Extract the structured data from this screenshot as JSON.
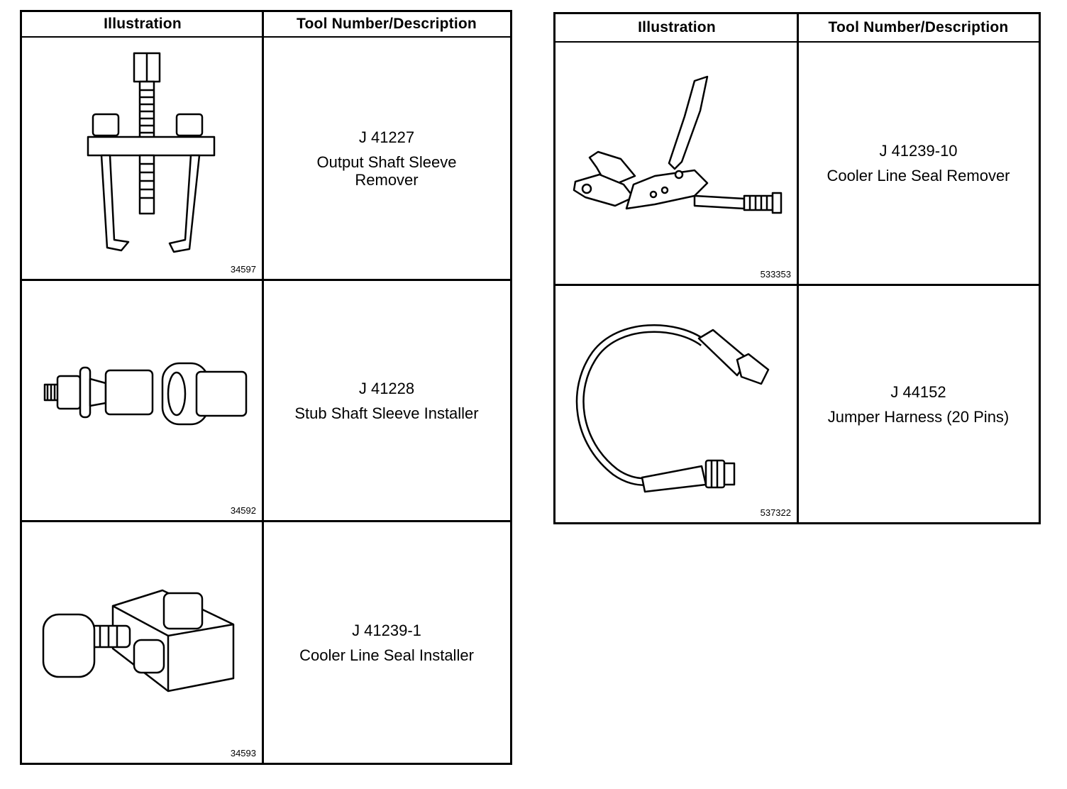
{
  "headers": {
    "illustration": "Illustration",
    "tool": "Tool Number/Description"
  },
  "left": [
    {
      "number": "J 41227",
      "description": "Output Shaft Sleeve Remover",
      "figure": "34597",
      "icon": "puller-icon"
    },
    {
      "number": "J 41228",
      "description": "Stub Shaft Sleeve Installer",
      "figure": "34592",
      "icon": "sleeve-installer-icon"
    },
    {
      "number": "J 41239-1",
      "description": "Cooler Line Seal Installer",
      "figure": "34593",
      "icon": "seal-installer-icon"
    }
  ],
  "right": [
    {
      "number": "J 41239-10",
      "description": "Cooler Line Seal Remover",
      "figure": "533353",
      "icon": "plier-tool-icon"
    },
    {
      "number": "J 44152",
      "description": "Jumper Harness (20 Pins)",
      "figure": "537322",
      "icon": "jumper-harness-icon"
    }
  ]
}
